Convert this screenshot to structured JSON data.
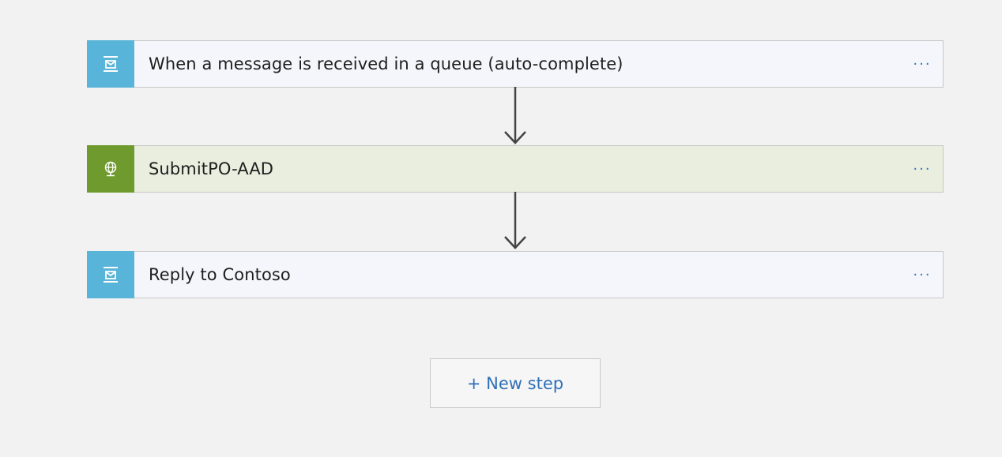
{
  "flow": {
    "steps": [
      {
        "kind": "queue",
        "icon": "service-bus-queue-icon",
        "title": "When a message is received in a queue (auto-complete)",
        "more": "···"
      },
      {
        "kind": "http",
        "icon": "globe-http-icon",
        "title": "SubmitPO-AAD",
        "more": "···"
      },
      {
        "kind": "queue",
        "icon": "service-bus-queue-icon",
        "title": "Reply to Contoso",
        "more": "···"
      }
    ],
    "new_step_label": "+ New step"
  },
  "colors": {
    "background": "#f2f2f2",
    "queue_accent": "#59b4d9",
    "http_accent": "#6f9a2d",
    "link_blue": "#2f6fb7"
  }
}
